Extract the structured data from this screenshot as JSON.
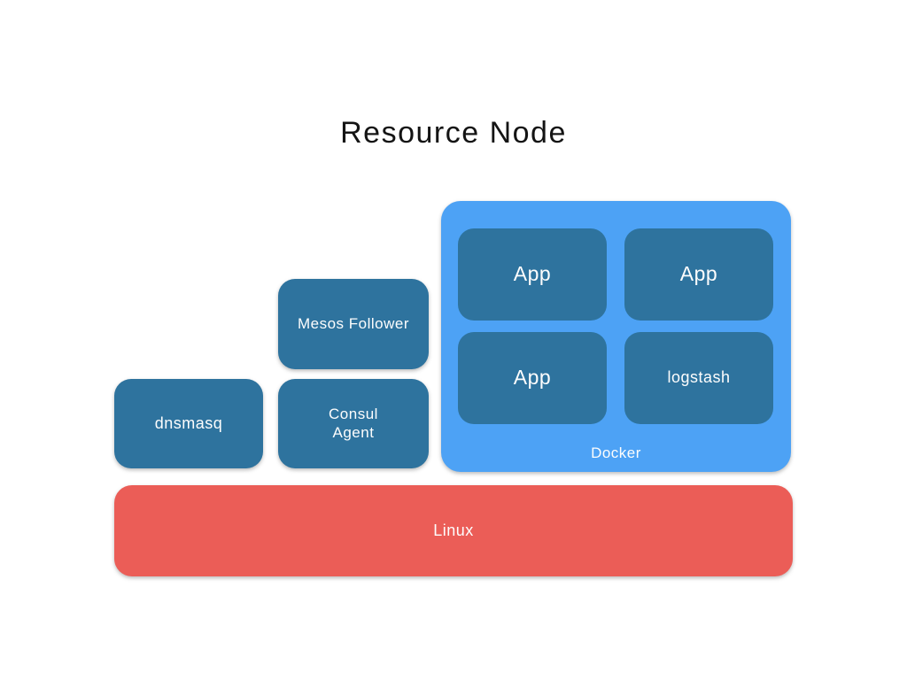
{
  "title": "Resource Node",
  "colors": {
    "docker_bg": "#4da2f5",
    "node_bg": "#2e739e",
    "linux_bg": "#eb5d57",
    "label_text": "#fdfdfd",
    "title_text": "#141414",
    "canvas_bg": "#ffffff"
  },
  "docker": {
    "label": "Docker",
    "containers": [
      {
        "label": "App"
      },
      {
        "label": "App"
      },
      {
        "label": "App"
      },
      {
        "label": "logstash"
      }
    ]
  },
  "services": [
    {
      "label": "Mesos Follower"
    },
    {
      "label": "Consul\nAgent"
    },
    {
      "label": "dnsmasq"
    }
  ],
  "os": {
    "label": "Linux"
  }
}
